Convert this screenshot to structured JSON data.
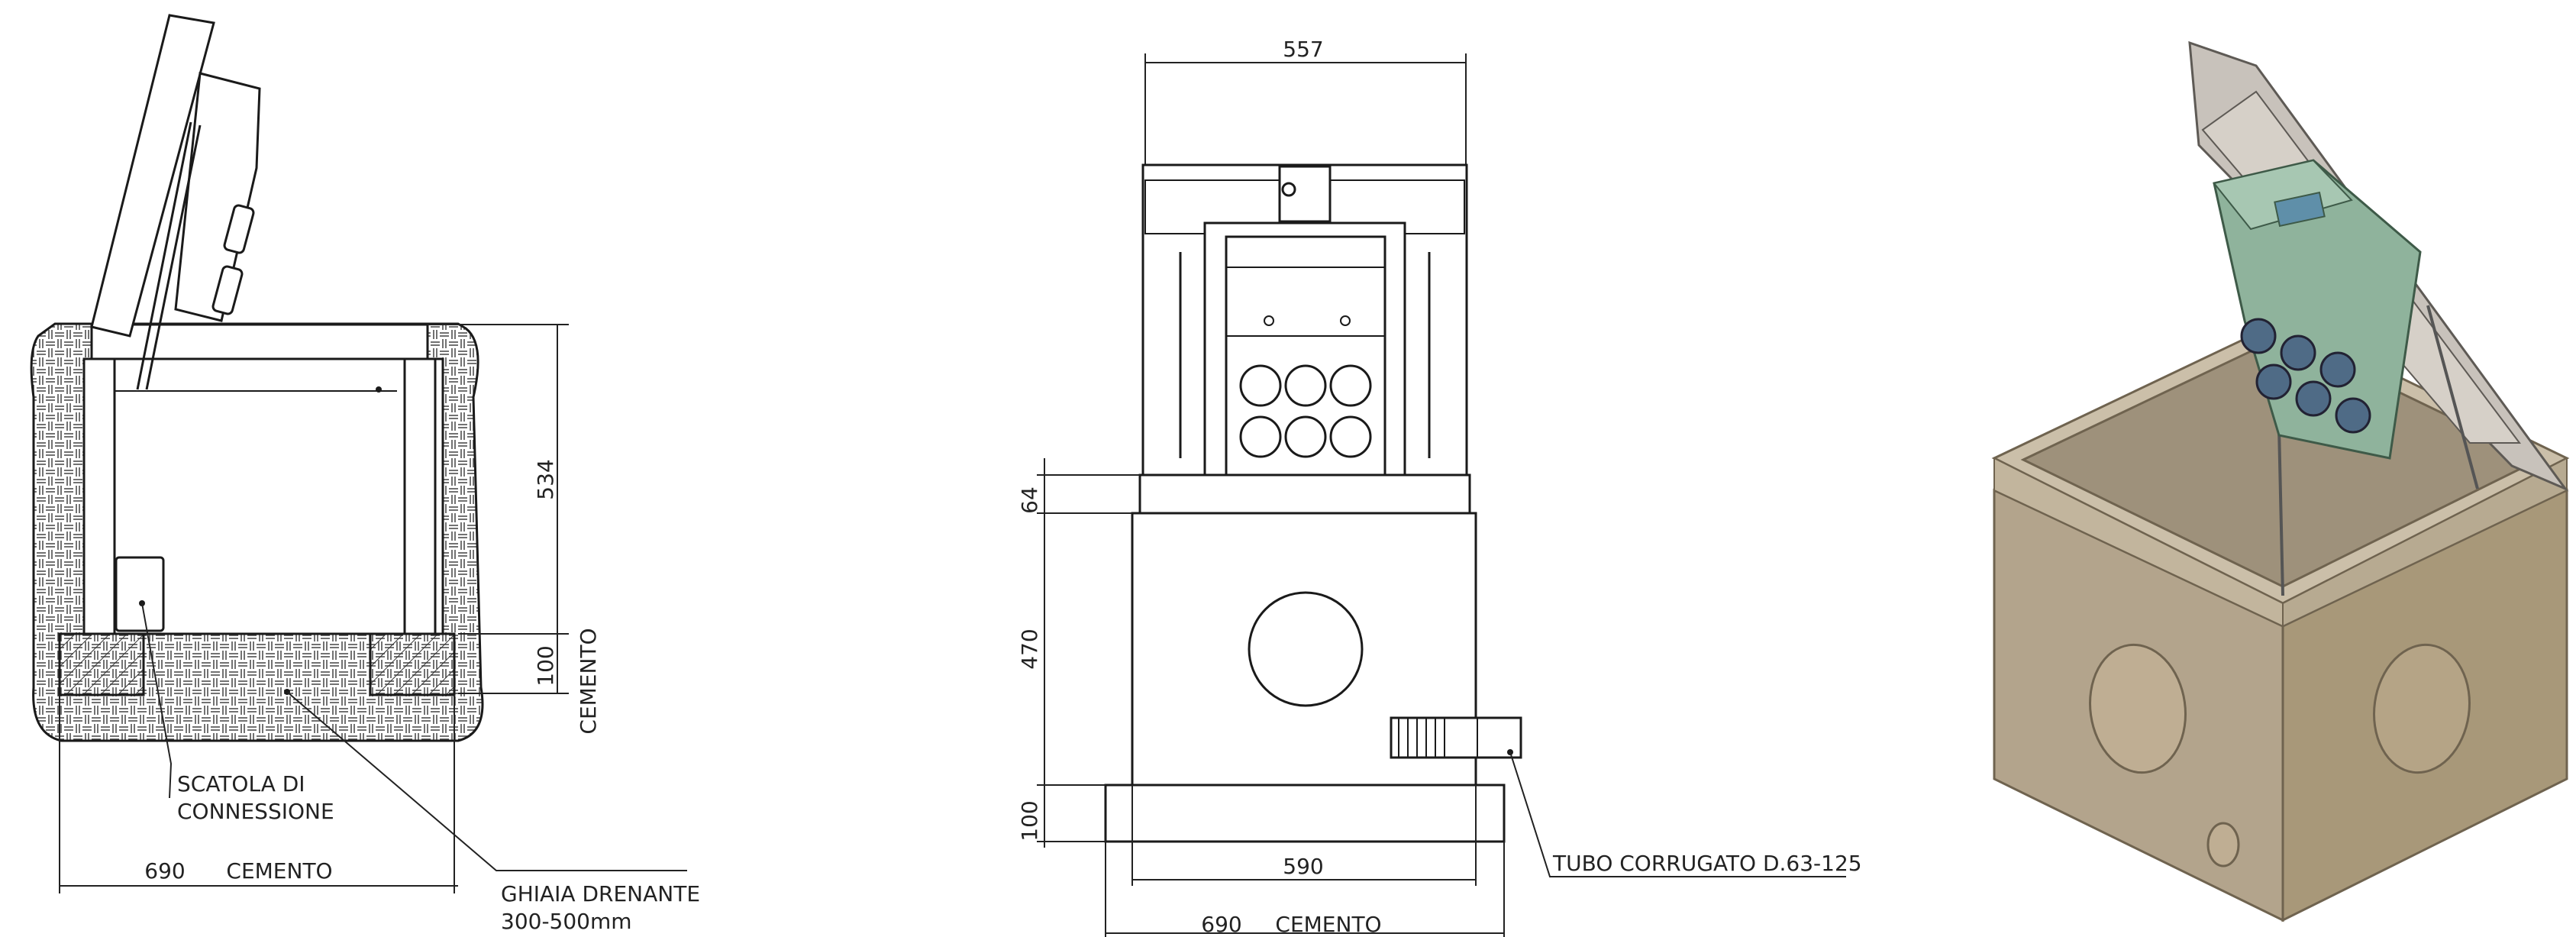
{
  "side_view": {
    "dim_height_box": "534",
    "dim_height_base": "100",
    "label_base_right": "CEMENTO",
    "dim_width": "690",
    "label_width": "CEMENTO",
    "callout_box_line1": "SCATOLA DI",
    "callout_box_line2": "CONNESSIONE",
    "callout_gravel_line1": "GHIAIA DRENANTE",
    "callout_gravel_line2": "300-500mm"
  },
  "front_view": {
    "dim_top_width": "557",
    "dim_lid": "64",
    "dim_body": "470",
    "dim_base": "100",
    "dim_base_width": "590",
    "dim_total_width": "690",
    "label_total_width": "CEMENTO",
    "callout_pipe": "TUBO CORRUGATO D.63-125"
  },
  "colors": {
    "line": "#1a1a1a",
    "concrete": "#b3a48c",
    "concrete_dark": "#8f8069",
    "lid": "#c8c2bb",
    "panel": "#8fb39c"
  }
}
